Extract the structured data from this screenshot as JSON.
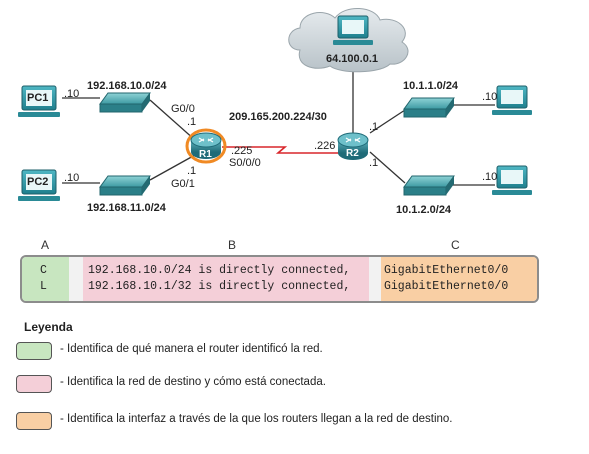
{
  "topology": {
    "pc1_label": "PC1",
    "pc2_label": "PC2",
    "r1_label": "R1",
    "r2_label": "R2",
    "net_lan1": "192.168.10.0/24",
    "net_lan2": "192.168.11.0/24",
    "net_wan": "209.165.200.224/30",
    "net_internet": "64.100.0.1",
    "net_r2_lan1": "10.1.1.0/24",
    "net_r2_lan2": "10.1.2.0/24",
    "host_pc1": ".10",
    "host_pc2": ".10",
    "host_r2pc1": ".10",
    "host_r2pc2": ".10",
    "r1_g00_if": "G0/0",
    "r1_g00_ip": ".1",
    "r1_g01_if": "G0/1",
    "r1_g01_ip": ".1",
    "r1_s000_ip": ".225",
    "r1_s000_if": "S0/0/0",
    "r2_s_ip": ".226",
    "r2_g0_ip": ".1",
    "r2_g1_ip": ".1"
  },
  "columns": {
    "a": "A",
    "b": "B",
    "c": "C"
  },
  "route_table": {
    "rows": [
      {
        "code": "C",
        "desc": "192.168.10.0/24 is directly connected,",
        "iface": "GigabitEthernet0/0"
      },
      {
        "code": "L",
        "desc": "192.168.10.1/32 is directly connected,",
        "iface": "GigabitEthernet0/0"
      }
    ]
  },
  "legend": {
    "title": "Leyenda",
    "items": [
      {
        "color": "#c8e6c0",
        "text": "- Identifica de qué manera el router identificó la red."
      },
      {
        "color": "#f4cfd8",
        "text": "- Identifica la red de destino y cómo está conectada."
      },
      {
        "color": "#f9cfa4",
        "text": "- Identifica la interfaz a través de la que los routers llegan a la red de destino."
      }
    ]
  },
  "colors": {
    "green": "#c8e6c0",
    "pink": "#f4cfd8",
    "orange": "#f9cfa4",
    "serial_link": "#d9262b",
    "router": "#2e7f8c",
    "router_ring": "#f08a24"
  }
}
